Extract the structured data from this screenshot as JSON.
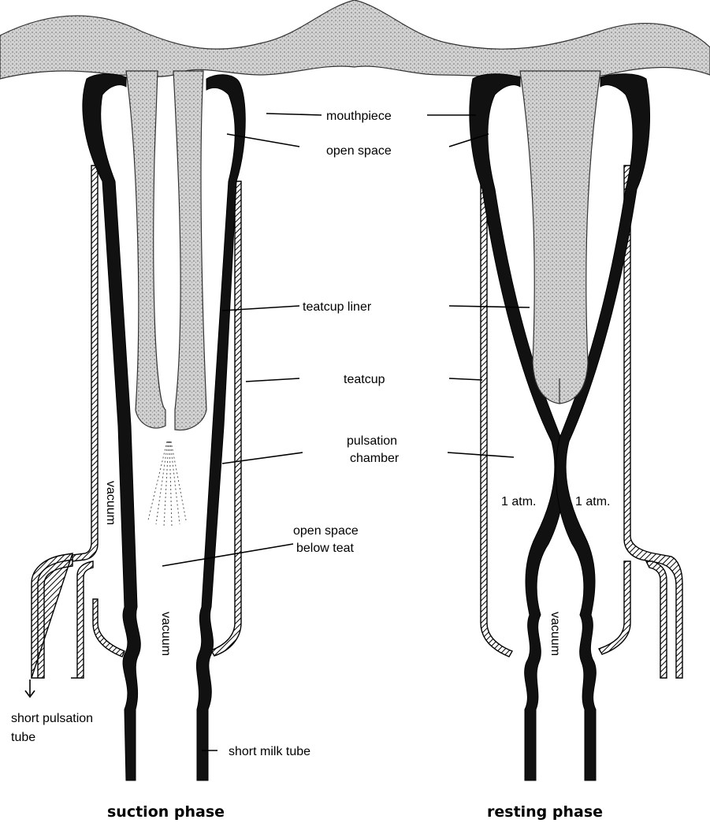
{
  "labels": {
    "mouthpiece": "mouthpiece",
    "open_space": "open space",
    "teatcup_liner": "teatcup liner",
    "teatcup": "teatcup",
    "pulsation_chamber_1": "pulsation",
    "pulsation_chamber_2": "chamber",
    "vacuum": "vacuum",
    "open_space_below_teat_1": "open space",
    "open_space_below_teat_2": "below teat",
    "atm": "1 atm.",
    "short_pulsation_tube_1": "short pulsation",
    "short_pulsation_tube_2": "tube",
    "short_milk_tube": "short milk tube"
  },
  "captions": {
    "suction": "suction phase",
    "resting": "resting phase"
  },
  "colors": {
    "udder_fill": "#c8c8c8",
    "liner": "#111111",
    "wall": "#000000"
  }
}
